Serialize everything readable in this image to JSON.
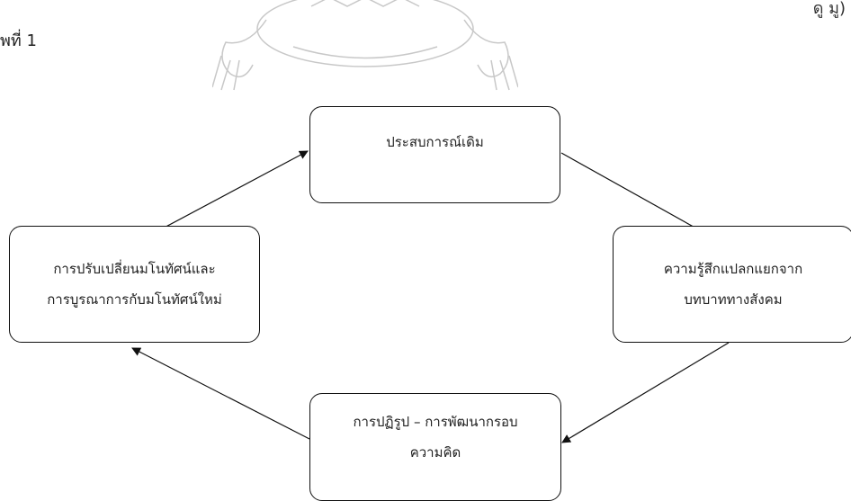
{
  "captions": {
    "top_right_fragment": "ดู                   มู)",
    "left_fragment": "พที่ 1"
  },
  "diagram": {
    "nodes": {
      "top": {
        "line1": "ประสบการณ์เดิม"
      },
      "right": {
        "line1": "ความรู้สึกแปลกแยกจาก",
        "line2": "บทบาททางสังคม"
      },
      "bottom": {
        "line1": "การปฏิรูป – การพัฒนากรอบ",
        "line2": "ความคิด"
      },
      "left": {
        "line1": "การปรับเปลี่ยนมโนทัศน์และ",
        "line2": "การบูรณาการกับมโนทัศน์ใหม่"
      }
    },
    "edges": [
      {
        "from": "top",
        "to": "right"
      },
      {
        "from": "right",
        "to": "bottom"
      },
      {
        "from": "bottom",
        "to": "left"
      },
      {
        "from": "left",
        "to": "top"
      }
    ],
    "colors": {
      "stroke": "#111111",
      "watermark": "#c8c8c8"
    }
  }
}
